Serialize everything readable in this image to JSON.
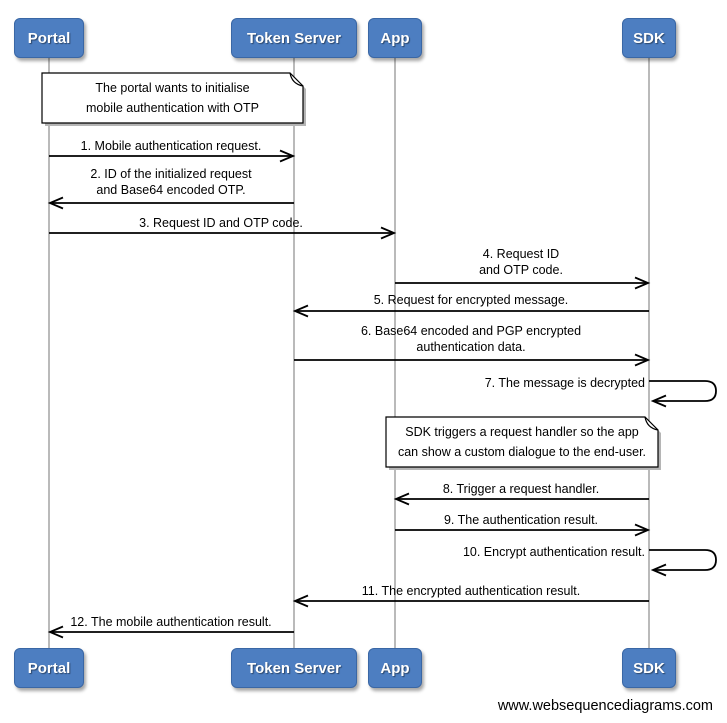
{
  "diagram_type": "sequence-diagram",
  "actors": [
    {
      "id": "portal",
      "name": "Portal"
    },
    {
      "id": "token-server",
      "name": "Token Server"
    },
    {
      "id": "app",
      "name": "App"
    },
    {
      "id": "sdk",
      "name": "SDK"
    }
  ],
  "notes": [
    {
      "text": "The portal wants to initialise\nmobile authentication with OTP",
      "over": "Portal, Token Server"
    },
    {
      "text": "SDK triggers a request handler so the app\ncan show a custom dialogue to the end-user.",
      "over": "App, SDK"
    }
  ],
  "messages": [
    {
      "label": "1. Mobile authentication request.",
      "from": "Portal",
      "to": "Token Server"
    },
    {
      "label": "2. ID of the initialized request\nand Base64 encoded OTP.",
      "from": "Token Server",
      "to": "Portal"
    },
    {
      "label": "3. Request ID and OTP code.",
      "from": "Portal",
      "to": "App"
    },
    {
      "label": "4. Request ID\nand OTP code.",
      "from": "App",
      "to": "SDK"
    },
    {
      "label": "5. Request for encrypted message.",
      "from": "SDK",
      "to": "Token Server"
    },
    {
      "label": "6. Base64 encoded and PGP encrypted\nauthentication data.",
      "from": "Token Server",
      "to": "SDK"
    },
    {
      "label": "7. The message is decrypted",
      "from": "SDK",
      "to": "SDK",
      "self_call": true
    },
    {
      "label": "8. Trigger a request handler.",
      "from": "SDK",
      "to": "App"
    },
    {
      "label": "9. The authentication result.",
      "from": "App",
      "to": "SDK"
    },
    {
      "label": "10. Encrypt authentication result.",
      "from": "SDK",
      "to": "SDK",
      "self_call": true
    },
    {
      "label": "11. The encrypted authentication result.",
      "from": "SDK",
      "to": "Token Server"
    },
    {
      "label": "12. The mobile authentication result.",
      "from": "Token Server",
      "to": "Portal"
    }
  ],
  "footer": "www.websequencediagrams.com",
  "colors": {
    "actor_fill": "#4d7ec1",
    "actor_border": "#3a67a5",
    "actor_text": "#ffffff",
    "lifeline": "#8c8c8c",
    "arrow": "#000000",
    "note_fill": "#ffffff",
    "note_border": "#000000"
  }
}
